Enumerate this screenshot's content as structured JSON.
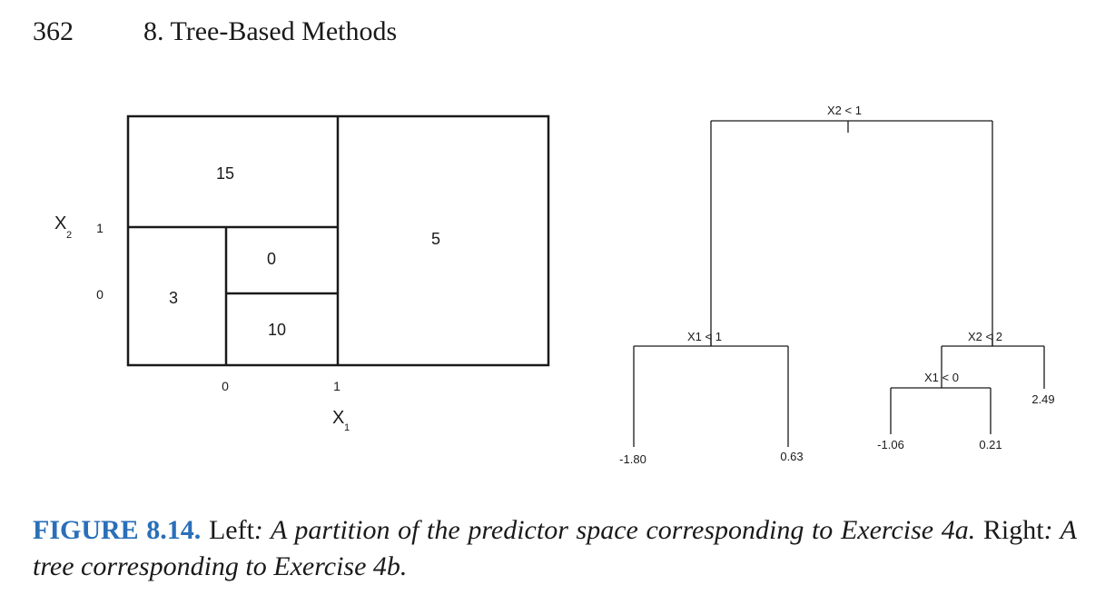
{
  "header": {
    "page_number": "362",
    "chapter_title": "8. Tree-Based Methods"
  },
  "partition": {
    "regions": [
      "15",
      "5",
      "0",
      "3",
      "10"
    ],
    "x2_label": "X",
    "x2_sub": "2",
    "x2_tick_1": "1",
    "x2_tick_0": "0",
    "x1_tick_0": "0",
    "x1_tick_1": "1",
    "x1_label": "X",
    "x1_sub": "1"
  },
  "tree": {
    "root_split": "X2 < 1",
    "left_split": "X1 < 1",
    "right_split": "X2 < 2",
    "inner_split": "X1 < 0",
    "leaf_1": "-1.80",
    "leaf_2": "0.63",
    "leaf_3": "-1.06",
    "leaf_4": "0.21",
    "leaf_5": "2.49"
  },
  "caption": {
    "label": "FIGURE 8.14.",
    "left_word": "Left",
    "part1": ": A partition of the predictor space corresponding to Exercise 4a.",
    "right_word": "Right",
    "part2": ": A tree corresponding to Exercise 4b."
  }
}
